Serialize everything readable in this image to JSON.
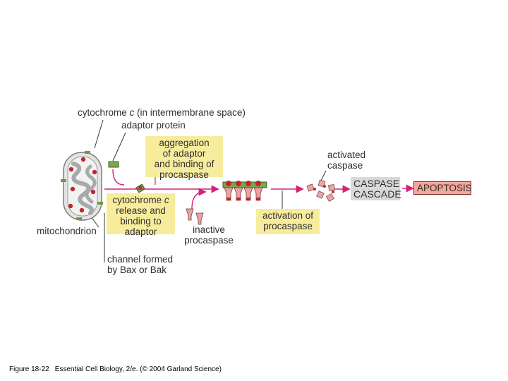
{
  "labels": {
    "cytochrome_prefix": "cytochrome ",
    "cytochrome_italic": "c",
    "cytochrome_suffix": " (in intermembrane space)",
    "adaptor_protein": "adaptor protein",
    "aggregation_line1": "aggregation",
    "aggregation_line2": "of adaptor",
    "aggregation_line3": "and binding of",
    "aggregation_line4": "procaspase",
    "activated_line1": "activated",
    "activated_line2": "caspase",
    "caspase_line1": "CASPASE",
    "caspase_line2": "CASCADE",
    "apoptosis": "APOPTOSIS",
    "release_line1_prefix": "cytochrome ",
    "release_line1_italic": "c",
    "release_line2": "release and",
    "release_line3": "binding to",
    "release_line4": "adaptor",
    "mitochondrion": "mitochondrion",
    "inactive_line1": "inactive",
    "inactive_line2": "procaspase",
    "activation_line1": "activation of",
    "activation_line2": "procaspase",
    "channel_line1": "channel formed",
    "channel_line2": "by Bax or Bak"
  },
  "caption": {
    "figure": "Figure 18-22",
    "text": "Essential Cell Biology, 2/e. (© 2004 Garland Science)"
  },
  "colors": {
    "arrow": "#d6207a",
    "yellow_box": "#f7ec9c",
    "grey_box": "#d8d8d8",
    "red_box": "#f4a79a",
    "cytochrome_dot": "#c0262f",
    "adaptor_green": "#6a9a3e",
    "procaspase_pink": "#e9a3a0",
    "mitochondrion_grey": "#c9c9c9"
  }
}
